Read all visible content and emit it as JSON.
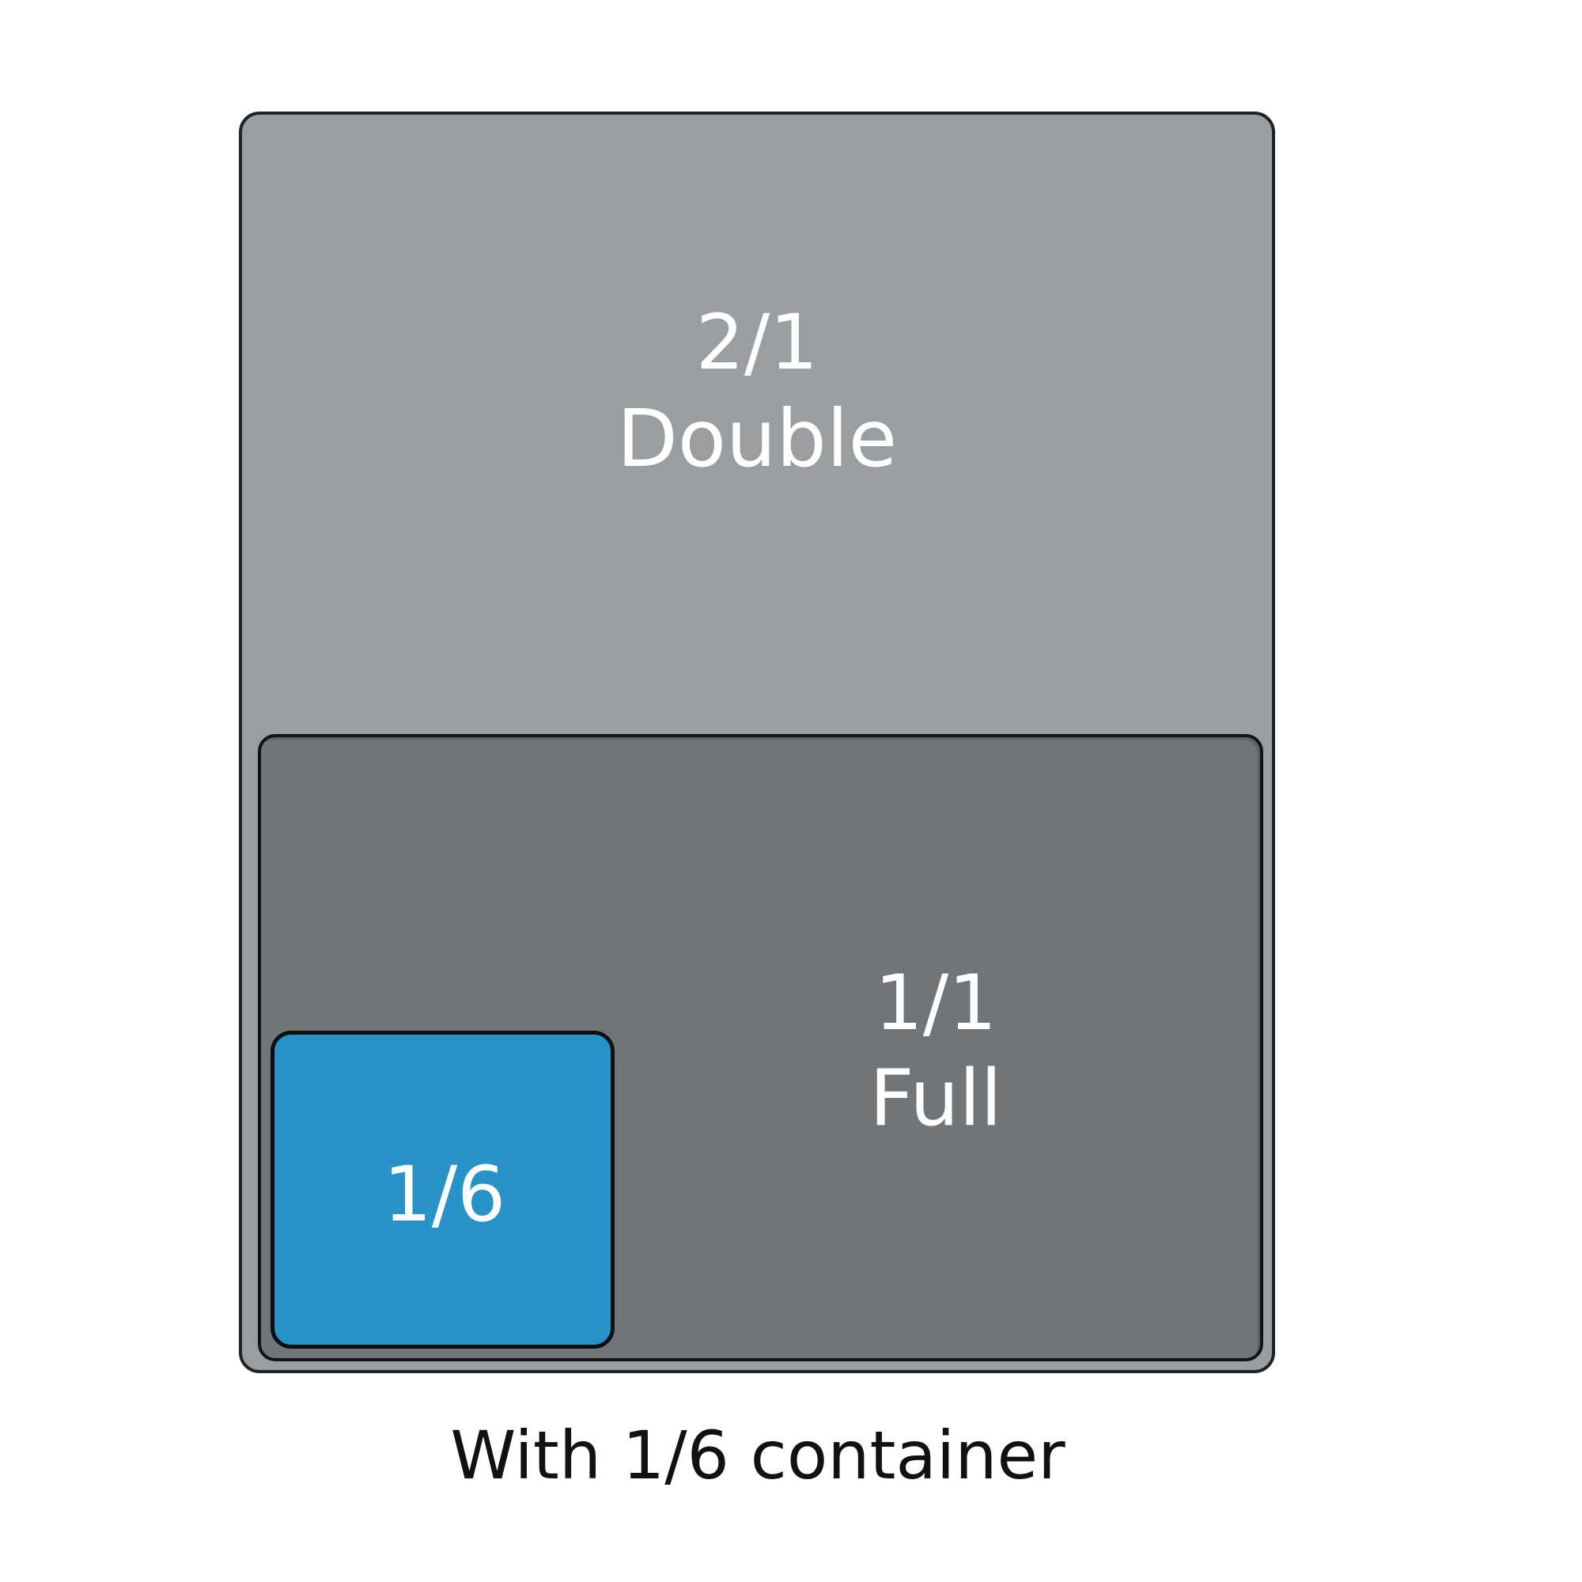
{
  "diagram": {
    "pans": [
      {
        "id": "double",
        "fraction": "2/1",
        "name": "Double",
        "color": "#9b9ea1"
      },
      {
        "id": "full",
        "fraction": "1/1",
        "name": "Full",
        "color": "#727578"
      },
      {
        "id": "sixth",
        "fraction": "1/6",
        "name": "",
        "color": "#2793c6"
      }
    ],
    "caption": "With 1/6 container"
  }
}
